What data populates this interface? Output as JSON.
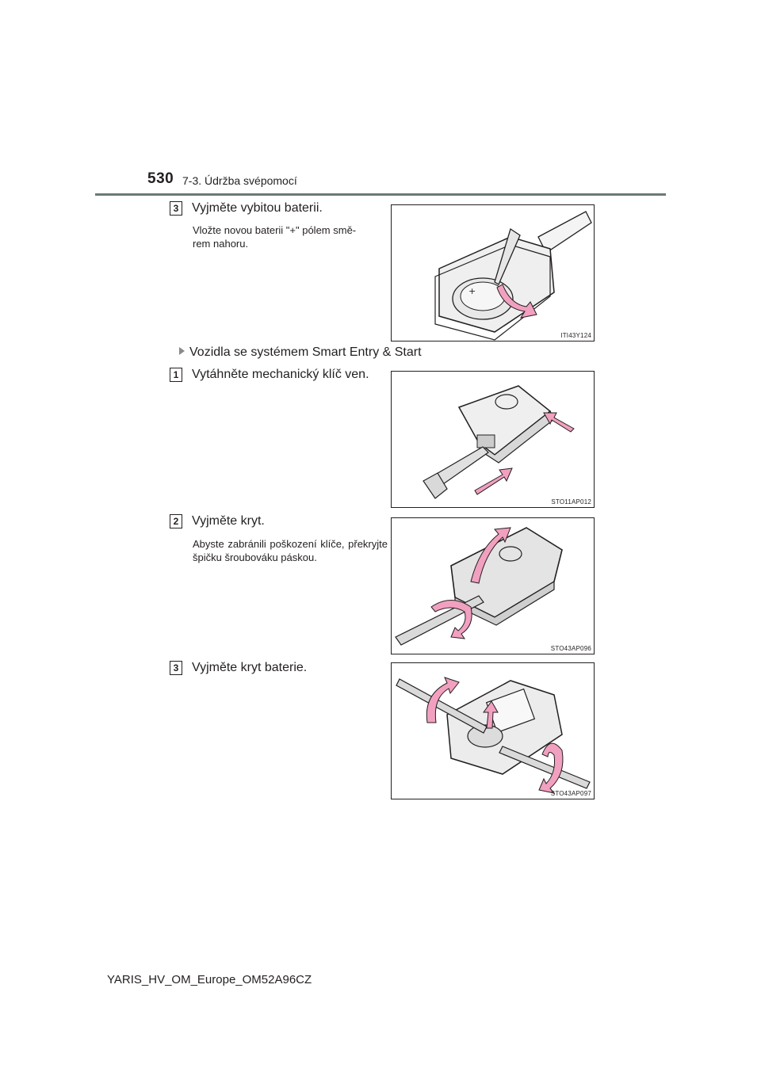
{
  "header": {
    "page_number": "530",
    "section": "7-3. Údržba svépomocí"
  },
  "steps": [
    {
      "num": "3",
      "title": "Vyjměte vybitou baterii.",
      "note": "Vložte novou baterii \"+\" pólem smě-rem nahoru.",
      "figure_code": "ITI43Y124"
    },
    {
      "num": "1",
      "title": "Vytáhněte mechanický klíč ven.",
      "note": "",
      "figure_code": "STO11AP012"
    },
    {
      "num": "2",
      "title": "Vyjměte kryt.",
      "note": "Abyste zabránili poškození klíče, překryjte špičku šroubováku páskou.",
      "figure_code": "STO43AP096"
    },
    {
      "num": "3",
      "title": "Vyjměte kryt baterie.",
      "note": "",
      "figure_code": "STO43AP097"
    }
  ],
  "subheading": "Vozidla se systémem Smart Entry & Start",
  "footer": "YARIS_HV_OM_Europe_OM52A96CZ",
  "colors": {
    "accent_pink": "#f2a0c0",
    "rule": "#6b7a76"
  }
}
